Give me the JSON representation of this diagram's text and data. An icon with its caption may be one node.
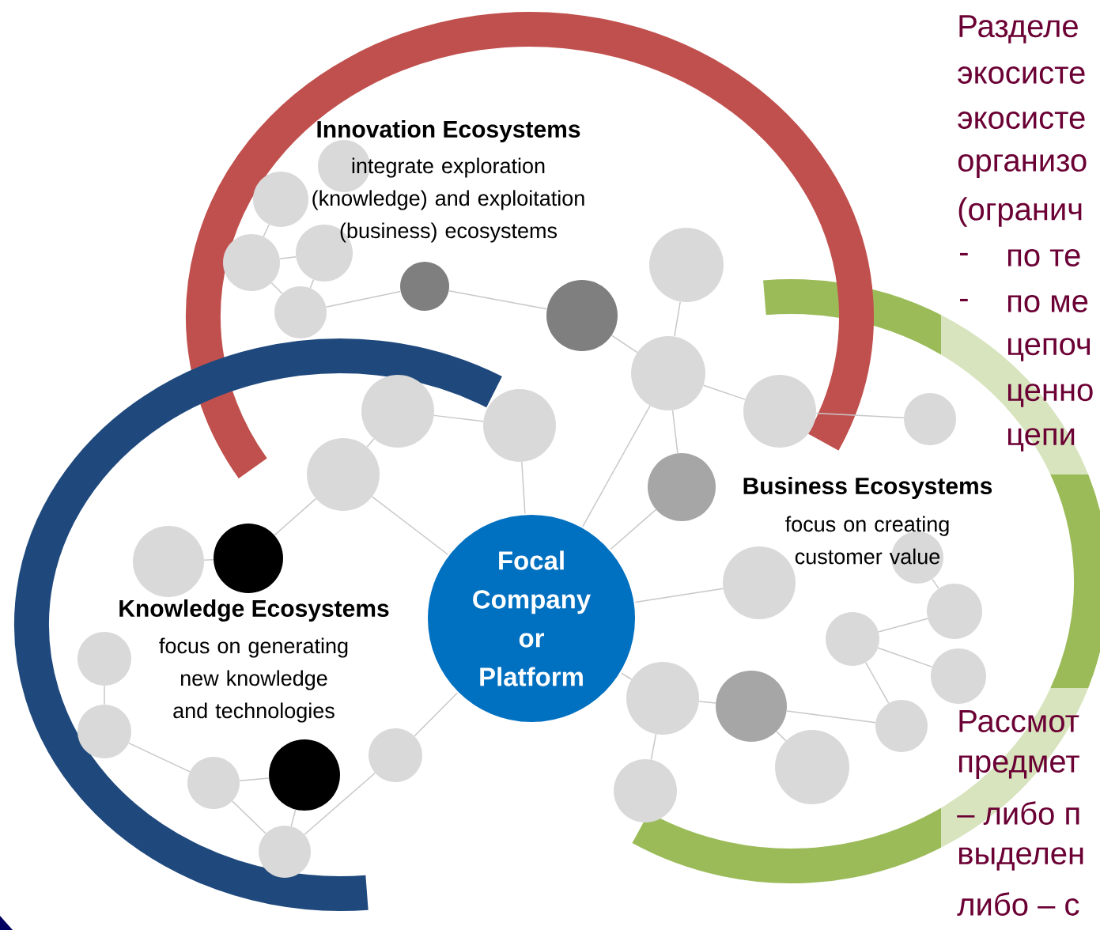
{
  "diagram": {
    "nodes": [
      {
        "text": [],
        "shape": "circle"
      },
      {
        "text": [],
        "shape": "circle"
      },
      {
        "text": [],
        "shape": "circle"
      },
      {
        "text": [],
        "shape": "circle"
      },
      {
        "text": [],
        "shape": "circle"
      },
      {
        "text": [],
        "shape": "circle"
      },
      {
        "text": [],
        "shape": "circle"
      },
      {
        "text": [],
        "shape": "circle"
      },
      {
        "text": [],
        "shape": "circle"
      },
      {
        "text": [],
        "shape": "circle"
      },
      {
        "text": [],
        "shape": "circle"
      },
      {
        "text": [],
        "shape": "circle"
      },
      {
        "text": [],
        "shape": "circle"
      },
      {
        "text": [],
        "shape": "circle"
      },
      {
        "text": [],
        "shape": "circle"
      },
      {
        "text": [],
        "shape": "circle"
      },
      {
        "text": [
          "Focal Company or Platform"
        ]
      },
      {
        "text": [],
        "shape": "circle"
      },
      {
        "text": [],
        "shape": "circle"
      },
      {
        "text": [],
        "shape": "circle"
      },
      {
        "text": [],
        "shape": "circle"
      },
      {
        "text": [],
        "shape": "circle"
      },
      {
        "text": [],
        "shape": "circle"
      },
      {
        "text": [],
        "shape": "circle"
      },
      {
        "text": [],
        "shape": "circle"
      },
      {
        "text": [],
        "shape": "circle"
      },
      {
        "text": [],
        "shape": "circle"
      },
      {
        "text": [],
        "shape": "circle"
      },
      {
        "text": [],
        "shape": "circle"
      },
      {
        "text": [],
        "shape": "circle"
      },
      {
        "text": [],
        "shape": "circle"
      },
      {
        "text": [],
        "shape": "circle"
      },
      {
        "text": [],
        "shape": "circle"
      },
      {
        "text": [],
        "shape": "circle"
      }
    ],
    "edges": [
      {
        "from": 0,
        "to": 2,
        "arrow": "none"
      },
      {
        "from": 2,
        "to": 3,
        "arrow": "none"
      },
      {
        "from": 3,
        "to": 4,
        "arrow": "none"
      },
      {
        "from": 2,
        "to": 4,
        "arrow": "none"
      },
      {
        "from": 4,
        "to": 5,
        "arrow": "none"
      },
      {
        "from": 5,
        "to": 6,
        "arrow": "none"
      },
      {
        "from": 6,
        "to": 8,
        "arrow": "none"
      },
      {
        "from": 7,
        "to": 8,
        "arrow": "none"
      },
      {
        "from": 8,
        "to": 9,
        "arrow": "none"
      },
      {
        "from": 8,
        "to": 13,
        "arrow": "none"
      },
      {
        "from": 8,
        "to": 16,
        "arrow": "none"
      },
      {
        "from": 10,
        "to": 11,
        "arrow": "none"
      },
      {
        "from": 10,
        "to": 12,
        "arrow": "none"
      },
      {
        "from": 11,
        "to": 16,
        "arrow": "none"
      },
      {
        "from": 12,
        "to": 16,
        "arrow": "none"
      },
      {
        "from": 12,
        "to": 15,
        "arrow": "none"
      },
      {
        "from": 14,
        "to": 15,
        "arrow": "none"
      },
      {
        "from": 13,
        "to": 16,
        "arrow": "none"
      },
      {
        "from": 16,
        "to": 17,
        "arrow": "none"
      },
      {
        "from": 18,
        "to": 9,
        "arrow": "none"
      },
      {
        "from": 19,
        "to": 20,
        "arrow": "none"
      },
      {
        "from": 20,
        "to": 21,
        "arrow": "none"
      },
      {
        "from": 21,
        "to": 22,
        "arrow": "none"
      },
      {
        "from": 21,
        "to": 23,
        "arrow": "none"
      },
      {
        "from": 25,
        "to": 23,
        "arrow": "none"
      },
      {
        "from": 24,
        "to": 25,
        "arrow": "none"
      },
      {
        "from": 24,
        "to": 27,
        "arrow": "none"
      },
      {
        "from": 25,
        "to": 26,
        "arrow": "none"
      },
      {
        "from": 16,
        "to": 24,
        "arrow": "none"
      },
      {
        "from": 28,
        "to": 29,
        "arrow": "none"
      },
      {
        "from": 29,
        "to": 30,
        "arrow": "none"
      },
      {
        "from": 30,
        "to": 31,
        "arrow": "none"
      },
      {
        "from": 31,
        "to": 33,
        "arrow": "none"
      },
      {
        "from": 30,
        "to": 33,
        "arrow": "none"
      },
      {
        "from": 32,
        "to": 33,
        "arrow": "none"
      },
      {
        "from": 32,
        "to": 16,
        "arrow": "none"
      }
    ],
    "labels": [
      "Innovation Ecosystems",
      "integrate exploration (knowledge) and exploitation (business) ecosystems",
      "Business Ecosystems",
      "focus on creating customer value",
      "Knowledge Ecosystems",
      "focus on generating new knowledge and technologies",
      "Разделе",
      "экосисте",
      "экосисте",
      "организо",
      "(огранич",
      "-",
      "по те",
      "-",
      "по ме",
      "цепоч",
      "ценно",
      "цепи",
      "Рассмот",
      "предмет",
      "– либо п",
      "выделен",
      "либо – с"
    ]
  }
}
